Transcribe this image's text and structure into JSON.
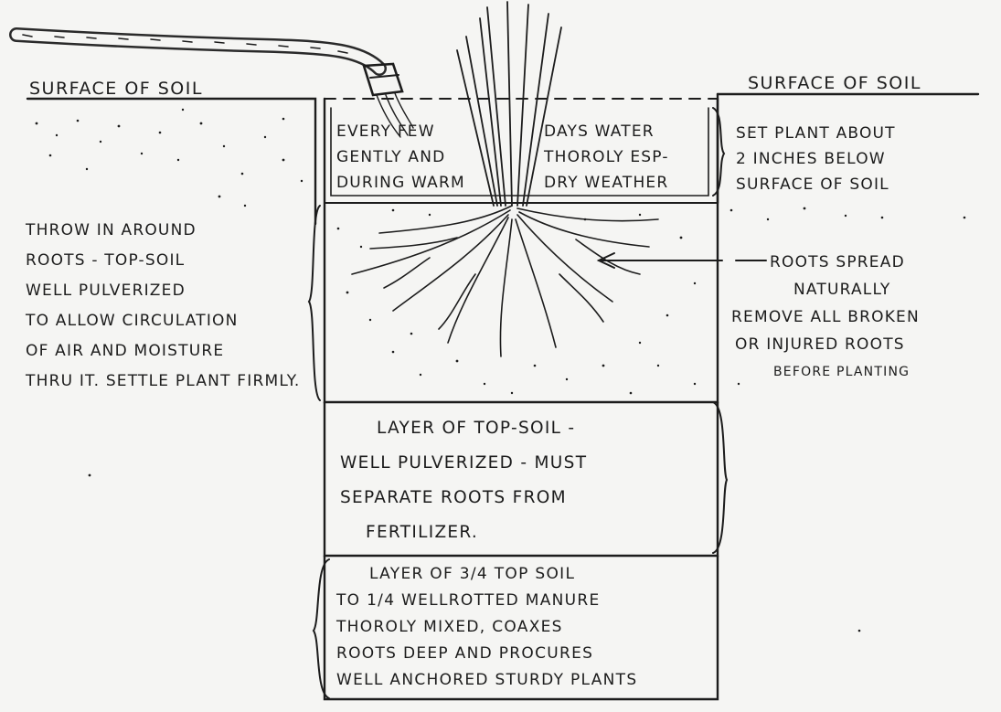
{
  "diagram": {
    "surface_left": "SURFACE OF SOIL",
    "surface_right": "SURFACE OF SOIL",
    "water_note": [
      "EVERY FEW",
      "GENTLY AND",
      "DURING WARM",
      "DAYS WATER",
      "THOROLY ESP-",
      "DRY WEATHER"
    ],
    "set_plant_note": [
      "SET PLANT ABOUT",
      "2 INCHES BELOW",
      "SURFACE OF SOIL"
    ],
    "throw_note": [
      "THROW IN AROUND",
      "ROOTS - TOP-SOIL",
      "WELL PULVERIZED",
      "TO ALLOW CIRCULATION",
      "OF AIR AND MOISTURE",
      "THRU IT. SETTLE PLANT FIRMLY."
    ],
    "roots_note": [
      "ROOTS SPREAD",
      "NATURALLY",
      "REMOVE ALL BROKEN",
      "OR INJURED ROOTS",
      "BEFORE PLANTING"
    ],
    "topsoil_layer": [
      "LAYER OF TOP-SOIL -",
      "WELL PULVERIZED - MUST",
      "SEPARATE ROOTS FROM",
      "FERTILIZER."
    ],
    "manure_layer": [
      "LAYER OF 3/4 TOP SOIL",
      "TO 1/4 WELLROTTED MANURE",
      "THOROLY MIXED, COAXES",
      "ROOTS DEEP AND PROCURES",
      "WELL ANCHORED STURDY PLANTS"
    ],
    "ink_color": "#1c1c1c",
    "paper_color": "#f5f5f3"
  }
}
